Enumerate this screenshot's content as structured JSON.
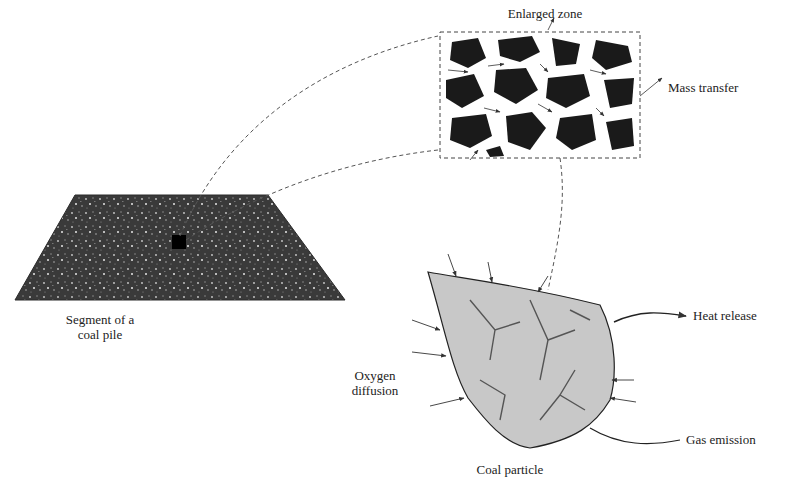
{
  "diagram": {
    "labels": [
      "Enlarged zone",
      "Mass transfer",
      "Segment of a coal pile",
      "Heat release",
      "Oxygen diffusion",
      "Gas emission",
      "Coal particle"
    ]
  }
}
